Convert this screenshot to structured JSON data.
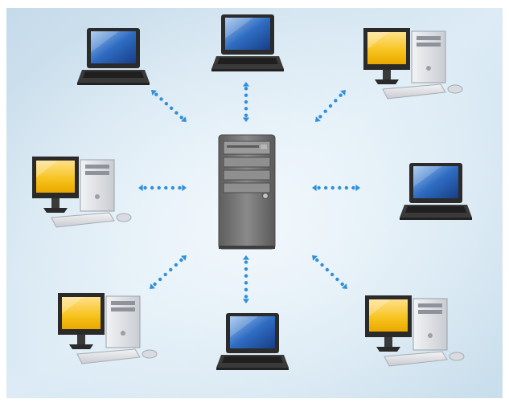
{
  "diagram": {
    "type": "client-server network",
    "center": {
      "kind": "server-tower"
    },
    "clients": [
      {
        "id": "top-left",
        "kind": "laptop"
      },
      {
        "id": "top",
        "kind": "laptop"
      },
      {
        "id": "top-right",
        "kind": "desktop"
      },
      {
        "id": "left",
        "kind": "desktop"
      },
      {
        "id": "right",
        "kind": "laptop"
      },
      {
        "id": "bottom-left",
        "kind": "desktop"
      },
      {
        "id": "bottom",
        "kind": "laptop"
      },
      {
        "id": "bottom-right",
        "kind": "desktop"
      }
    ],
    "connections": "bidirectional",
    "colors": {
      "background_outer": "#cfe1ee",
      "background_inner": "#e9f3f9",
      "server_body": "#7a7a7a",
      "arrow": "#2f8fd8",
      "monitor_screen": "#f4c21a",
      "laptop_screen": "#1f57a8"
    }
  }
}
